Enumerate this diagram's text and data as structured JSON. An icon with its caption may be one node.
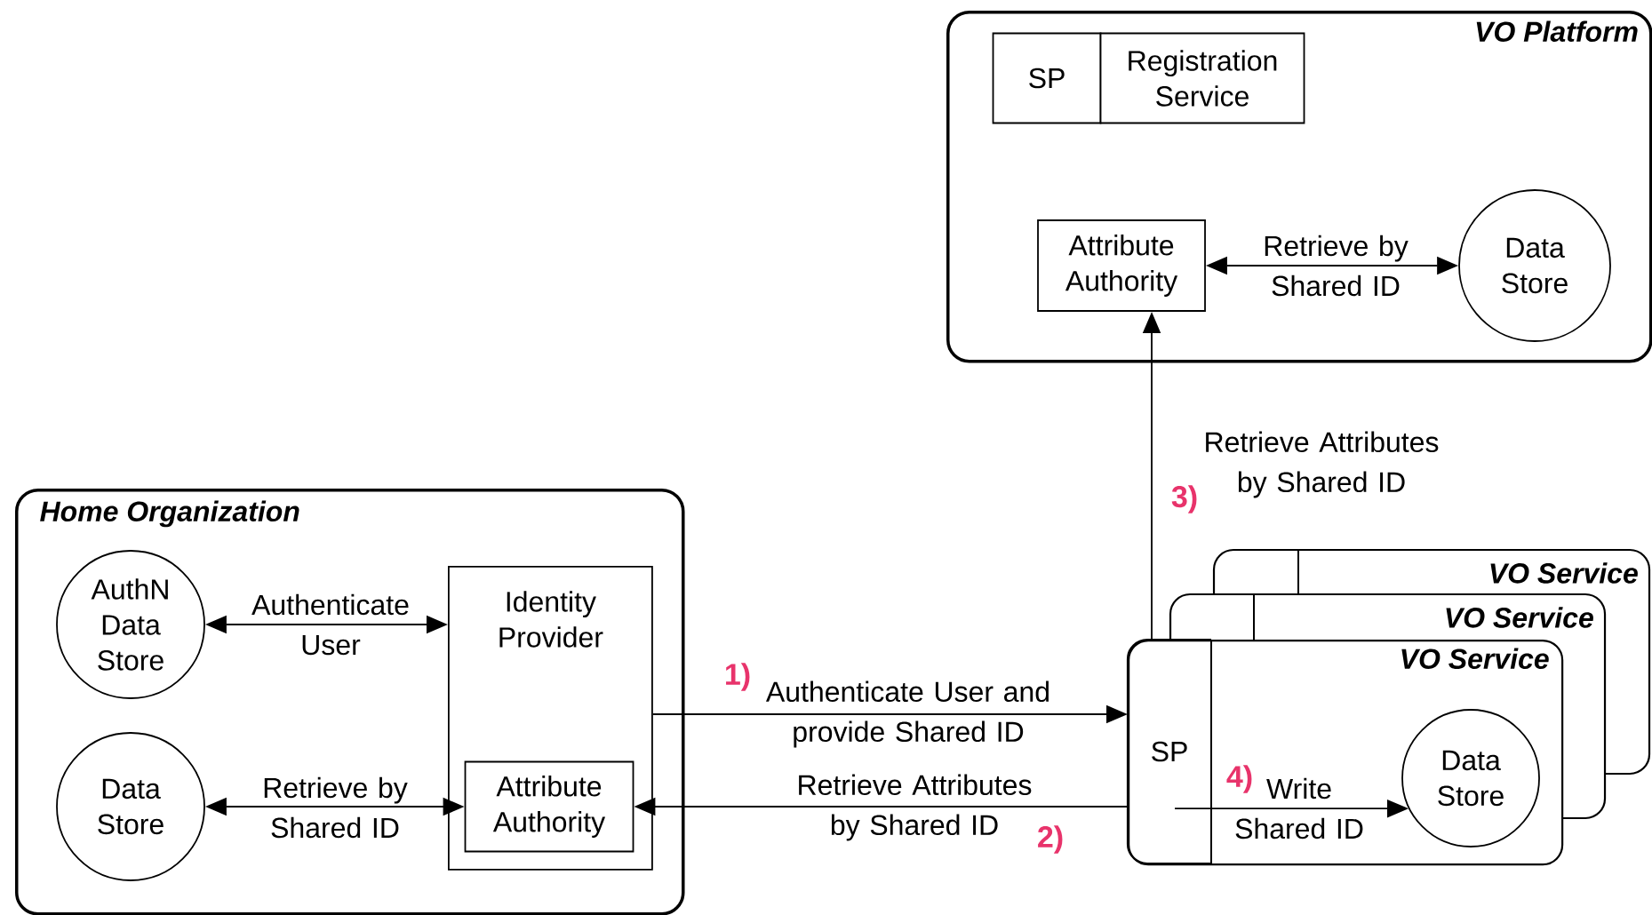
{
  "diagram": {
    "nodes": [
      {
        "text": [
          "VO Platform"
        ]
      },
      {
        "text": [
          "SP"
        ],
        "in": 0
      },
      {
        "text": [
          "Registration Service"
        ],
        "in": 0
      },
      {
        "text": [
          "Attribute Authority"
        ],
        "in": 0
      },
      {
        "text": [
          "Data Store"
        ],
        "in": 0
      },
      {
        "text": [
          "Home Organization"
        ]
      },
      {
        "text": [
          "AuthN Data Store"
        ],
        "in": 5
      },
      {
        "text": [
          "Identity Provider"
        ],
        "in": 5
      },
      {
        "text": [
          "Attribute Authority"
        ],
        "in": 7
      },
      {
        "text": [
          "Data Store"
        ],
        "in": 5
      },
      {
        "text": [
          "VO Service"
        ]
      },
      {
        "text": [
          "VO Service"
        ]
      },
      {
        "text": [
          "VO Service"
        ]
      },
      {
        "text": [
          "SP"
        ],
        "in": 12
      },
      {
        "text": [
          "Data Store"
        ],
        "in": 12
      }
    ],
    "edges": [
      {
        "from": 3,
        "to": 4,
        "arrow": "both",
        "label": "Retrieve by Shared ID"
      },
      {
        "from": 6,
        "to": 7,
        "arrow": "both",
        "label": "Authenticate User"
      },
      {
        "from": 9,
        "to": 8,
        "arrow": "both",
        "label": "Retrieve by Shared ID"
      },
      {
        "from": 7,
        "to": 12,
        "arrow": "to",
        "label": "Authenticate User and provide Shared ID"
      },
      {
        "from": 12,
        "to": 8,
        "arrow": "to",
        "label": "Retrieve Attributes by Shared ID"
      },
      {
        "from": 12,
        "to": 3,
        "arrow": "to",
        "label": "Retrieve Attributes by Shared ID"
      },
      {
        "from": 13,
        "to": 14,
        "arrow": "to",
        "label": "Write Shared ID"
      }
    ],
    "labels": [
      "3)",
      "1)",
      "4)",
      "2)"
    ]
  }
}
